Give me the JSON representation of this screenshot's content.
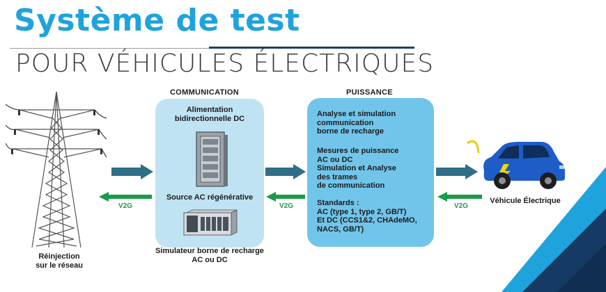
{
  "title": "Système de test",
  "subtitle": "POUR VÉHICULES ÉLECTRIQUES",
  "headers": {
    "communication": "COMMUNICATION",
    "power": "PUISSANCE"
  },
  "communication_box": {
    "top_label": [
      "Alimentation",
      "bidirectionnelle DC"
    ],
    "middle_label": "Source AC régénérative",
    "bottom_label": [
      "Simulateur borne de recharge",
      "AC ou DC"
    ]
  },
  "power_box": {
    "block1": [
      "Analyse et simulation",
      "communication",
      "borne de recharge"
    ],
    "block2": [
      "Mesures de puissance",
      "AC ou DC",
      "Simulation et Analyse",
      "des trames",
      "de communication"
    ],
    "block3": [
      "Standards :",
      "AC (type 1, type 2, GB/T)",
      "Et DC (CCS1&2, CHAdeMO,",
      "NACS, GB/T)"
    ]
  },
  "grid_label": [
    "Réinjection",
    "sur le réseau"
  ],
  "vehicle_label": "Véhicule Électrique",
  "v2g_label": "V2G",
  "colors": {
    "title_blue": "#1fa3dc",
    "comm_box": "#bfe3f3",
    "power_box": "#72c5ea",
    "arrow_teal": "#2f6e87",
    "v2g_green": "#1b9a48",
    "car_blue": "#1e5cc8",
    "accent_navy": "#153a66"
  }
}
